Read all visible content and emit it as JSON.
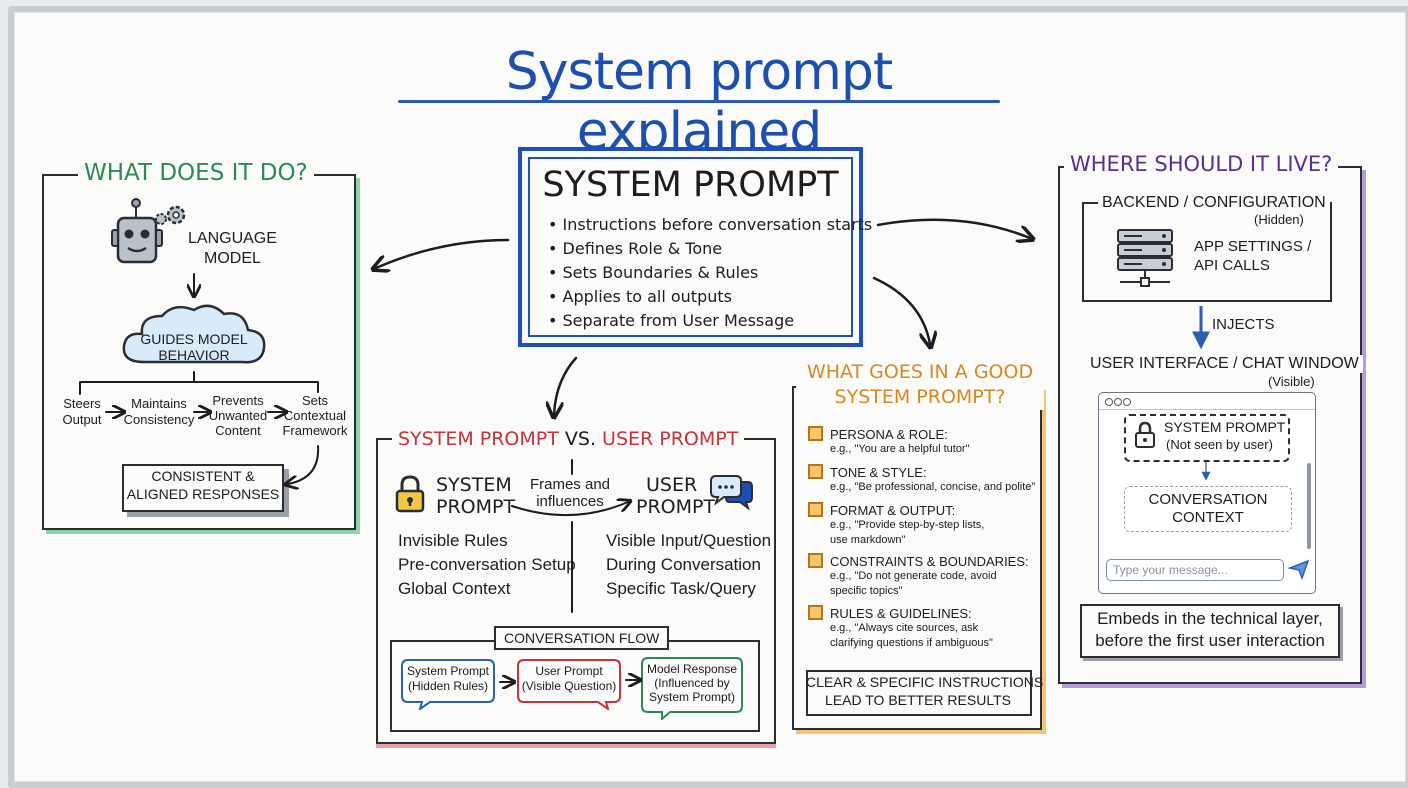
{
  "title": "System prompt explained",
  "center": {
    "heading": "SYSTEM PROMPT",
    "bullets": [
      "• Instructions before conversation starts",
      "• Defines Role & Tone",
      "• Sets Boundaries & Rules",
      "• Applies to all outputs",
      "• Separate from User Message"
    ]
  },
  "left": {
    "heading": "WHAT DOES IT DO?",
    "model_label_1": "LANGUAGE",
    "model_label_2": "MODEL",
    "cloud_1": "GUIDES MODEL",
    "cloud_2": "BEHAVIOR",
    "branches": [
      [
        "Steers",
        "Output"
      ],
      [
        "Maintains",
        "Consistency"
      ],
      [
        "Prevents",
        "Unwanted",
        "Content"
      ],
      [
        "Sets",
        "Contextual",
        "Framework"
      ]
    ],
    "result_1": "CONSISTENT &",
    "result_2": "ALIGNED RESPONSES"
  },
  "compare": {
    "heading_a": "SYSTEM PROMPT",
    "heading_vs": "VS.",
    "heading_b": "USER PROMPT",
    "sys_1": "SYSTEM",
    "sys_2": "PROMPT",
    "user_1": "USER",
    "user_2": "PROMPT",
    "link_1": "Frames and",
    "link_2": "influences",
    "sys_items": [
      "Invisible Rules",
      "Pre-conversation Setup",
      "Global Context"
    ],
    "user_items": [
      "Visible Input/Question",
      "During Conversation",
      "Specific Task/Query"
    ],
    "flow_heading": "CONVERSATION FLOW",
    "flow": [
      [
        "System Prompt",
        "(Hidden Rules)"
      ],
      [
        "User Prompt",
        "(Visible Question)"
      ],
      [
        "Model Response",
        "(Influenced by",
        "System Prompt)"
      ]
    ]
  },
  "good": {
    "heading_1": "WHAT GOES IN A GOOD",
    "heading_2": "SYSTEM PROMPT?",
    "items": [
      {
        "label": "PERSONA & ROLE:",
        "ex": [
          "e.g., \"You are a helpful tutor\""
        ]
      },
      {
        "label": "TONE & STYLE:",
        "ex": [
          "e.g., \"Be professional, concise, and polite\""
        ]
      },
      {
        "label": "FORMAT & OUTPUT:",
        "ex": [
          "e.g., \"Provide step-by-step lists,",
          "use markdown\""
        ]
      },
      {
        "label": "CONSTRAINTS & BOUNDARIES:",
        "ex": [
          "e.g., \"Do not generate code, avoid",
          "specific topics\""
        ]
      },
      {
        "label": "RULES & GUIDELINES:",
        "ex": [
          "e.g., \"Always cite sources, ask",
          "clarifying questions if ambiguous\""
        ]
      }
    ],
    "footer_1": "CLEAR & SPECIFIC INSTRUCTIONS",
    "footer_2": "LEAD TO BETTER RESULTS"
  },
  "where": {
    "heading": "WHERE SHOULD IT LIVE?",
    "backend_title": "BACKEND / CONFIGURATION",
    "backend_note": "(Hidden)",
    "backend_text_1": "APP SETTINGS /",
    "backend_text_2": "API CALLS",
    "injects": "INJECTS",
    "ui_title": "USER INTERFACE / CHAT WINDOW",
    "ui_note": "(Visible)",
    "sys_box_1": "SYSTEM PROMPT",
    "sys_box_2": "(Not seen by user)",
    "conv_1": "CONVERSATION",
    "conv_2": "CONTEXT",
    "input_placeholder": "Type your message...",
    "footer_1": "Embeds in the technical layer,",
    "footer_2": "before the first user interaction"
  },
  "colors": {
    "title_blue": "#1d4fae",
    "green": "#2e8a55",
    "red": "#c8323a",
    "orange": "#d9871f",
    "purple": "#5a2f8f",
    "center_border": "#1f4fbf"
  }
}
